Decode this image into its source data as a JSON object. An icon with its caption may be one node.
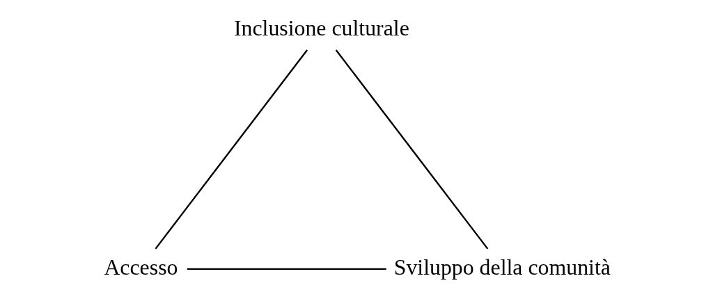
{
  "diagram": {
    "nodes": [
      {
        "text": [
          "Inclusione culturale"
        ]
      },
      {
        "text": [
          "Accesso"
        ]
      },
      {
        "text": [
          "Sviluppo della comunità"
        ]
      }
    ],
    "edges": [
      {
        "from": 0,
        "to": 1,
        "arrow": "none"
      },
      {
        "from": 0,
        "to": 2,
        "arrow": "none"
      },
      {
        "from": 1,
        "to": 2,
        "arrow": "none"
      }
    ]
  }
}
